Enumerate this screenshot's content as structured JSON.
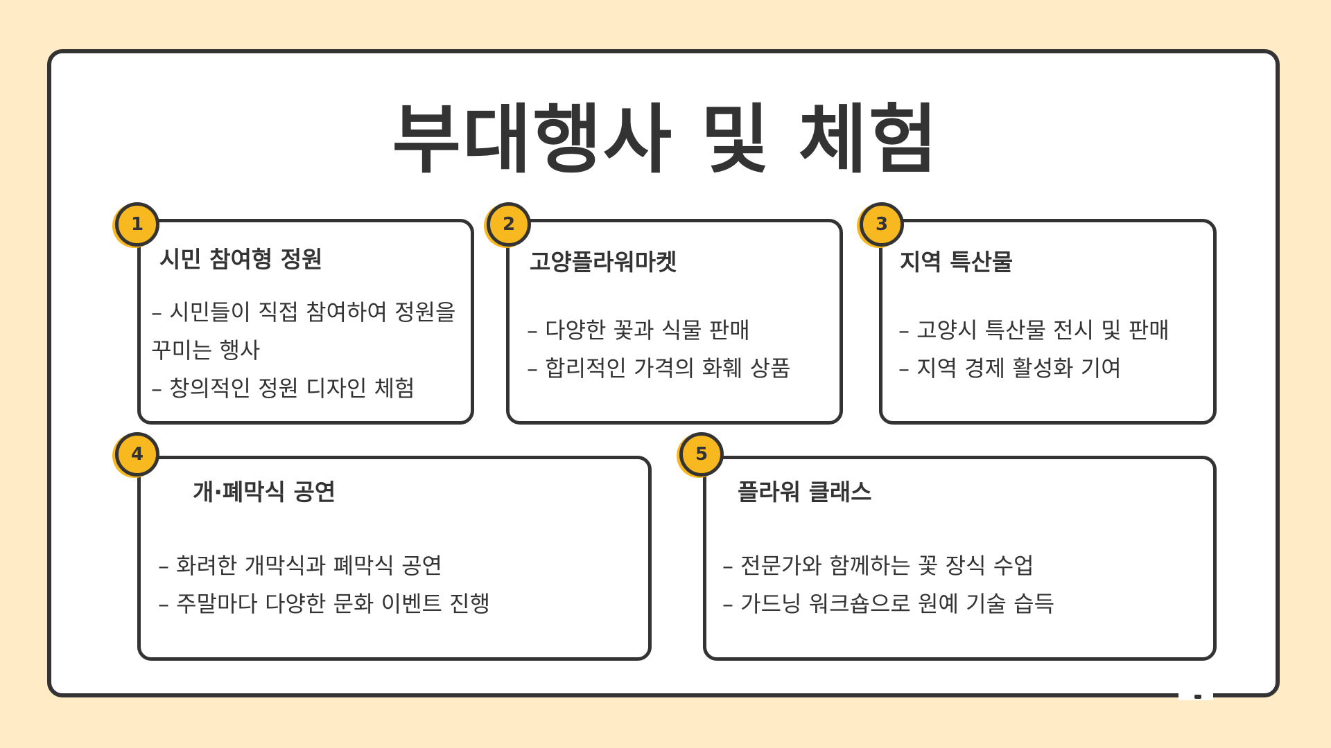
{
  "title": "부대행사 및 체험",
  "colors": {
    "background": "#FFEBC6",
    "frame": "#333333",
    "badge": "#F8B820",
    "card": "#FFFFFF"
  },
  "cards": [
    {
      "number": "1",
      "title": "시민 참여형 정원",
      "lines": [
        "– 시민들이 직접 참여하여 정원을 꾸미는 행사",
        "– 창의적인 정원 디자인 체험"
      ]
    },
    {
      "number": "2",
      "title": "고양플라워마켓",
      "lines": [
        "– 다양한 꽃과 식물 판매",
        "– 합리적인 가격의 화훼 상품"
      ]
    },
    {
      "number": "3",
      "title": "지역 특산물",
      "lines": [
        "– 고양시 특산물 전시 및 판매",
        "– 지역 경제 활성화 기여"
      ]
    },
    {
      "number": "4",
      "title": "개·폐막식 공연",
      "lines": [
        "– 화려한 개막식과 폐막식 공연",
        "– 주말마다 다양한 문화 이벤트 진행"
      ]
    },
    {
      "number": "5",
      "title": "플라워 클래스",
      "lines": [
        "– 전문가와 함께하는 꽃 장식 수업",
        "– 가드닝 워크숍으로 원예 기술 습득"
      ]
    }
  ]
}
